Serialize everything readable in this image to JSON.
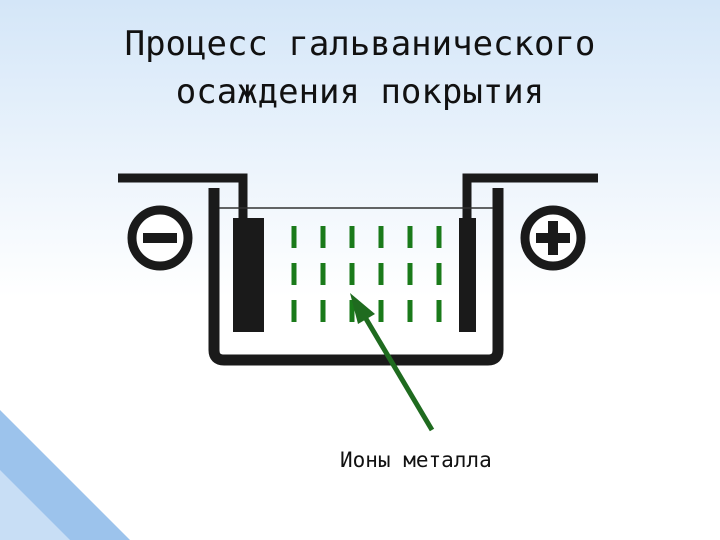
{
  "slide": {
    "title_line1": "Процесс гальванического",
    "title_line2": "осаждения покрытия",
    "ion_label": "Ионы металла"
  },
  "colors": {
    "ion_green": "#1a7a1a",
    "arrow_green": "#1f6b1f",
    "ink": "#1a1a1a",
    "background_top": "#d4e6f8"
  },
  "diagram": {
    "negative_terminal": "minus-icon",
    "positive_terminal": "plus-icon",
    "ion_grid": {
      "columns": 6,
      "rows": 3
    }
  }
}
